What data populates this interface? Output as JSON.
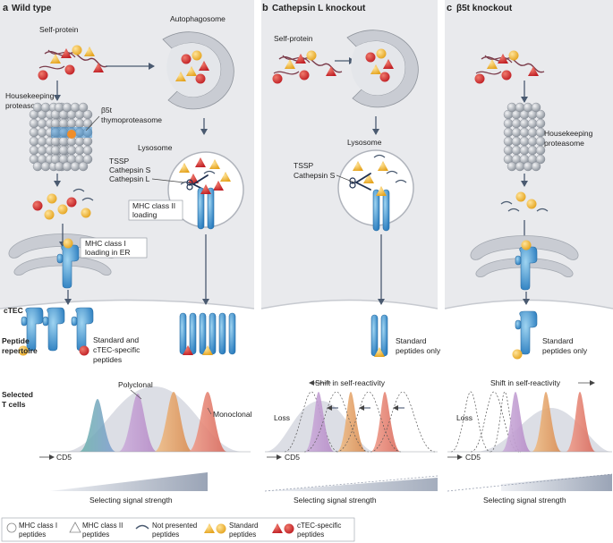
{
  "panels": {
    "a": {
      "letter": "a",
      "title": "Wild type"
    },
    "b": {
      "letter": "b",
      "title": "Cathepsin L knockout"
    },
    "c": {
      "letter": "c",
      "title": "β5t knockout"
    }
  },
  "labels": {
    "self_protein": "Self-protein",
    "autophagosome": "Autophagosome",
    "housekeeping_proteasome_1": "Housekeeping",
    "housekeeping_proteasome_2": "proteasome",
    "thymoproteasome_1": "β5t",
    "thymoproteasome_2": "thymoproteasome",
    "lysosome": "Lysosome",
    "tssp": "TSSP",
    "cathepsin_s": "Cathepsin S",
    "cathepsin_l": "Cathepsin L",
    "mhc2_loading_1": "MHC class II",
    "mhc2_loading_2": "loading",
    "mhc1_loading_1": "MHC class I",
    "mhc1_loading_2": "loading in ER",
    "ctec": "cTEC",
    "peptide_repertoire_1": "Peptide",
    "peptide_repertoire_2": "repertoire",
    "standard_ctec_1": "Standard and",
    "standard_ctec_2": "cTEC-specific",
    "standard_ctec_3": "peptides",
    "standard_only_1": "Standard",
    "standard_only_2": "peptides only",
    "selected_1": "Selected",
    "selected_2": "T cells",
    "polyclonal": "Polyclonal",
    "monoclonal": "Monoclonal",
    "cd5": "CD5",
    "signal_strength": "Selecting signal strength",
    "shift": "Shift in self-reactivity",
    "loss": "Loss"
  },
  "legend": [
    {
      "line1": "MHC class I",
      "line2": "peptides"
    },
    {
      "line1": "MHC class II",
      "line2": "peptides"
    },
    {
      "line1": "Not presented",
      "line2": "peptides"
    },
    {
      "line1": "Standard",
      "line2": "peptides"
    },
    {
      "line1": "cTEC-specific",
      "line2": "peptides"
    }
  ],
  "colors": {
    "panel_bg": "#e6e7ea",
    "cell": "#d8dadf",
    "mhc": "#5fb1dd",
    "standard": "#f2b62c",
    "ctec": "#d2262b",
    "proteasome": "#9aa0a8",
    "thymo_band": "#3f8fd0",
    "orange": "#ef8e2b",
    "peak_green": "#6aa6a2",
    "peak_purple": "#c7a5d3",
    "peak_orange": "#e9a36a",
    "peak_red": "#e47f71",
    "gray_curve": "#d9dbe2",
    "wedge": "#b8c0cf"
  }
}
